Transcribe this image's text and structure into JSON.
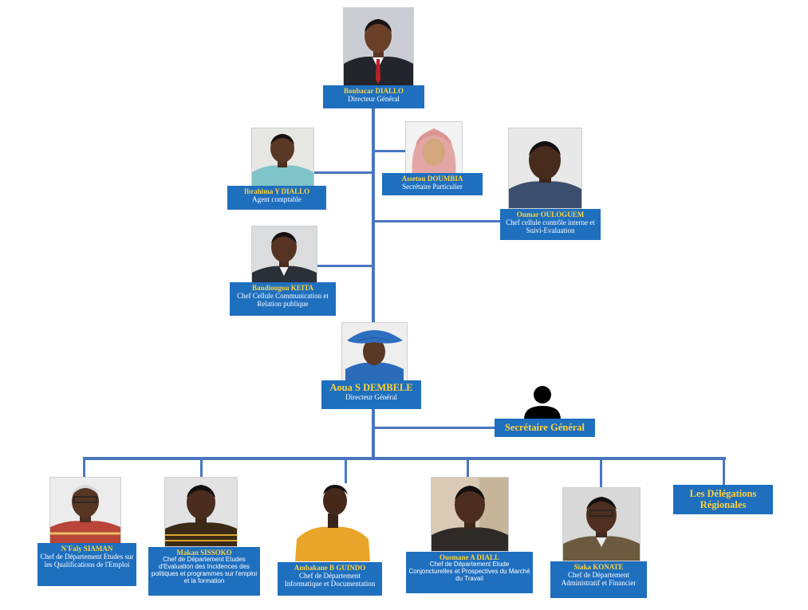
{
  "top": {
    "name": "Boubacar DIALLO",
    "title": "Directeur Général"
  },
  "staff": [
    {
      "name": "Ibrahima Y DIALLO",
      "title": "Agent comptable"
    },
    {
      "name": "Assetou DOUMBIA",
      "title": "Secrétaire Particulier"
    },
    {
      "name": "Oumar OULOGUEM",
      "title": "Chef cellule contrôle interne et Suivi-Evaluation"
    },
    {
      "name": "Bandiougou KEITA",
      "title": "Chef Cellule Communication et Relation publique"
    }
  ],
  "second": {
    "name": "Aoua S DEMBELE",
    "title": "Directeur Général"
  },
  "secretary": {
    "title": "Secrétaire Général"
  },
  "departments": [
    {
      "name": "N'Faly SIAMAN",
      "title": "Chef de Département Etudes sur les Qualifications de l'Emploi"
    },
    {
      "name": "Makan SISSOKO",
      "title": "Chef de Département Etudes d'Evaluation des Incidences des politiques et programmes sur l'emploi et la formation"
    },
    {
      "name": "Ambakane B GUINDO",
      "title": "Chef de Département Informatique et Documentation"
    },
    {
      "name": "Ousmane A DIALL",
      "title": "Chef de Département Etude Conjoncturelles et Prospectives du Marché du Travail"
    },
    {
      "name": "Siaka KONATE",
      "title": "Chef de Département Administratif et Financier"
    }
  ],
  "regions": {
    "title": "Les Délégations Régionales"
  },
  "colors": {
    "box": "#1f6fbf",
    "name": "#ffd23a",
    "line": "#4a76c0"
  }
}
